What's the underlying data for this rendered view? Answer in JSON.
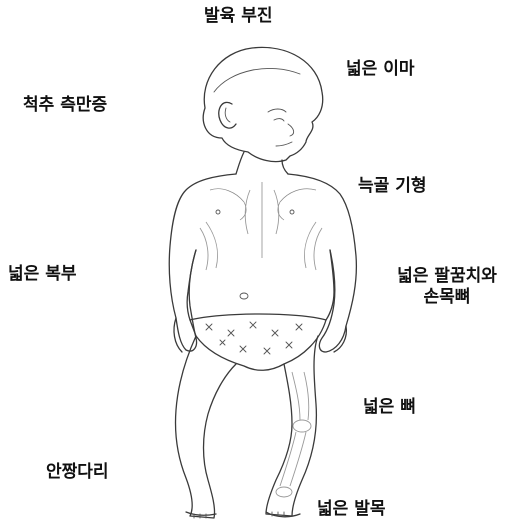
{
  "labels": {
    "growth": "발육 부진",
    "forehead": "넓은 이마",
    "scoliosis": "척추 측만증",
    "ribs": "늑골 기형",
    "abdomen": "넓은 복부",
    "wrist_line1": "넓은 팔꿈치와",
    "wrist_line2": "손목뼈",
    "bones": "넓은 뼈",
    "bowlegs": "안짱다리",
    "ankles": "넓은 발목"
  }
}
